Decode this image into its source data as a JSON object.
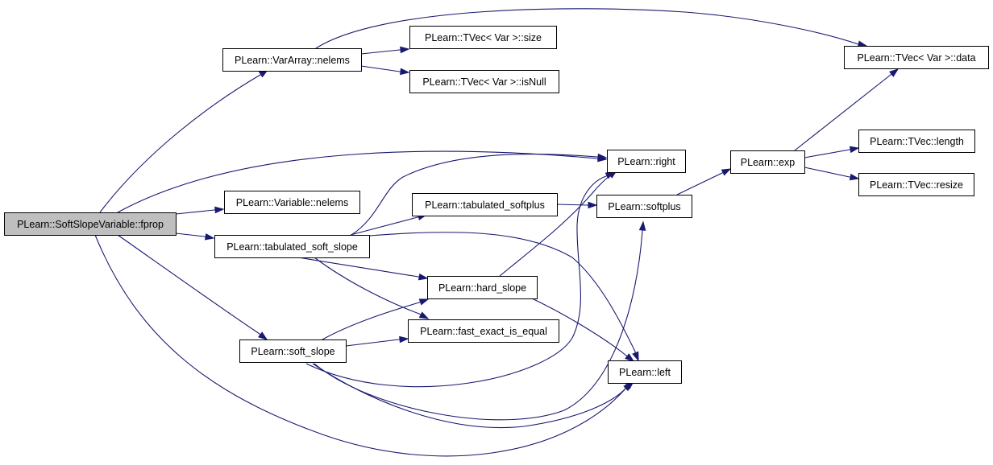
{
  "colors": {
    "edge": "#191970",
    "root_fill": "#bfbfbf",
    "node_fill": "#ffffff",
    "border": "#000000"
  },
  "nodes": [
    {
      "id": "fprop",
      "label": "PLearn::SoftSlopeVariable::fprop",
      "root": true
    },
    {
      "id": "varray_nelems",
      "label": "PLearn::VarArray::nelems"
    },
    {
      "id": "tvec_size",
      "label": "PLearn::TVec< Var >::size"
    },
    {
      "id": "tvec_isnull",
      "label": "PLearn::TVec< Var >::isNull"
    },
    {
      "id": "tvec_data",
      "label": "PLearn::TVec< Var >::data"
    },
    {
      "id": "right",
      "label": "PLearn::right"
    },
    {
      "id": "variable_nelems",
      "label": "PLearn::Variable::nelems"
    },
    {
      "id": "tab_softplus",
      "label": "PLearn::tabulated_softplus"
    },
    {
      "id": "softplus",
      "label": "PLearn::softplus"
    },
    {
      "id": "exp",
      "label": "PLearn::exp"
    },
    {
      "id": "tvec_length",
      "label": "PLearn::TVec::length"
    },
    {
      "id": "tvec_resize",
      "label": "PLearn::TVec::resize"
    },
    {
      "id": "tab_soft_slope",
      "label": "PLearn::tabulated_soft_slope"
    },
    {
      "id": "hard_slope",
      "label": "PLearn::hard_slope"
    },
    {
      "id": "fast_exact",
      "label": "PLearn::fast_exact_is_equal"
    },
    {
      "id": "soft_slope",
      "label": "PLearn::soft_slope"
    },
    {
      "id": "left",
      "label": "PLearn::left"
    }
  ],
  "edges": [
    [
      "fprop",
      "varray_nelems"
    ],
    [
      "fprop",
      "right"
    ],
    [
      "fprop",
      "variable_nelems"
    ],
    [
      "fprop",
      "tab_soft_slope"
    ],
    [
      "fprop",
      "soft_slope"
    ],
    [
      "fprop",
      "left"
    ],
    [
      "varray_nelems",
      "tvec_size"
    ],
    [
      "varray_nelems",
      "tvec_isnull"
    ],
    [
      "varray_nelems",
      "tvec_data"
    ],
    [
      "tab_soft_slope",
      "right"
    ],
    [
      "tab_soft_slope",
      "tab_softplus"
    ],
    [
      "tab_soft_slope",
      "hard_slope"
    ],
    [
      "tab_soft_slope",
      "fast_exact"
    ],
    [
      "tab_soft_slope",
      "left"
    ],
    [
      "tab_softplus",
      "softplus"
    ],
    [
      "softplus",
      "exp"
    ],
    [
      "exp",
      "tvec_data"
    ],
    [
      "exp",
      "tvec_length"
    ],
    [
      "exp",
      "tvec_resize"
    ],
    [
      "hard_slope",
      "right"
    ],
    [
      "hard_slope",
      "left"
    ],
    [
      "soft_slope",
      "hard_slope"
    ],
    [
      "soft_slope",
      "fast_exact"
    ],
    [
      "soft_slope",
      "right"
    ],
    [
      "soft_slope",
      "softplus"
    ],
    [
      "soft_slope",
      "left"
    ]
  ]
}
